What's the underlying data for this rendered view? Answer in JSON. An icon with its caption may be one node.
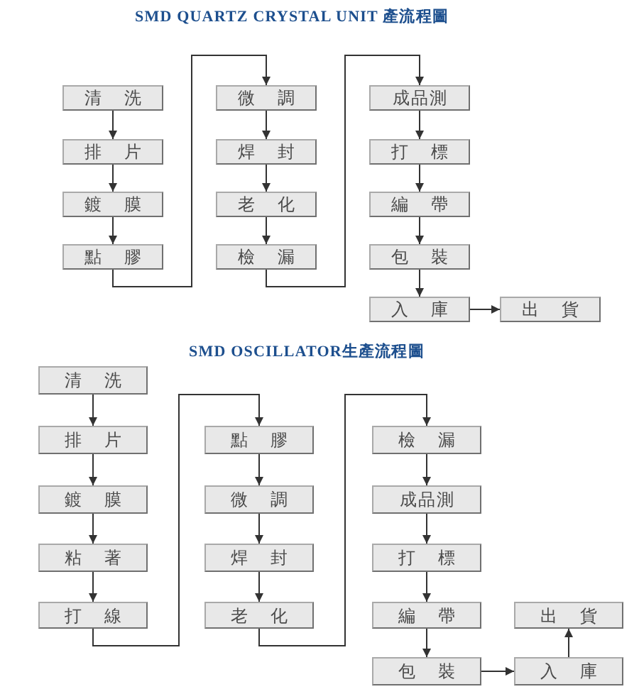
{
  "diagram": {
    "title": "SMD QUARTZ CRYSTAL UNIT 產流程圖",
    "nodes": [
      {
        "text": [
          "清洗"
        ]
      },
      {
        "text": [
          "排片"
        ]
      },
      {
        "text": [
          "鍍膜"
        ]
      },
      {
        "text": [
          "點膠"
        ]
      },
      {
        "text": [
          "微調"
        ]
      },
      {
        "text": [
          "焊封"
        ]
      },
      {
        "text": [
          "老化"
        ]
      },
      {
        "text": [
          "檢漏"
        ]
      },
      {
        "text": [
          "成品測"
        ]
      },
      {
        "text": [
          "打標"
        ]
      },
      {
        "text": [
          "編帶"
        ]
      },
      {
        "text": [
          "包裝"
        ]
      },
      {
        "text": [
          "入庫"
        ]
      },
      {
        "text": [
          "出貨"
        ]
      },
      {
        "text": [
          "清洗"
        ]
      },
      {
        "text": [
          "排片"
        ]
      },
      {
        "text": [
          "鍍膜"
        ]
      },
      {
        "text": [
          "粘著"
        ]
      },
      {
        "text": [
          "打線"
        ]
      },
      {
        "text": [
          "點膠"
        ]
      },
      {
        "text": [
          "微調"
        ]
      },
      {
        "text": [
          "焊封"
        ]
      },
      {
        "text": [
          "老化"
        ]
      },
      {
        "text": [
          "檢漏"
        ]
      },
      {
        "text": [
          "成品測"
        ]
      },
      {
        "text": [
          "打標"
        ]
      },
      {
        "text": [
          "編帶"
        ]
      },
      {
        "text": [
          "包裝"
        ]
      },
      {
        "text": [
          "入庫"
        ]
      },
      {
        "text": [
          "出貨"
        ]
      }
    ],
    "edges": [
      {
        "from": 0,
        "to": 1,
        "arrow": "to"
      },
      {
        "from": 1,
        "to": 2,
        "arrow": "to"
      },
      {
        "from": 2,
        "to": 3,
        "arrow": "to"
      },
      {
        "from": 3,
        "to": 4,
        "arrow": "to"
      },
      {
        "from": 4,
        "to": 5,
        "arrow": "to"
      },
      {
        "from": 5,
        "to": 6,
        "arrow": "to"
      },
      {
        "from": 6,
        "to": 7,
        "arrow": "to"
      },
      {
        "from": 7,
        "to": 8,
        "arrow": "to"
      },
      {
        "from": 8,
        "to": 9,
        "arrow": "to"
      },
      {
        "from": 9,
        "to": 10,
        "arrow": "to"
      },
      {
        "from": 10,
        "to": 11,
        "arrow": "to"
      },
      {
        "from": 11,
        "to": 12,
        "arrow": "to"
      },
      {
        "from": 12,
        "to": 13,
        "arrow": "to"
      },
      {
        "from": 14,
        "to": 15,
        "arrow": "to"
      },
      {
        "from": 15,
        "to": 16,
        "arrow": "to"
      },
      {
        "from": 16,
        "to": 17,
        "arrow": "to"
      },
      {
        "from": 17,
        "to": 18,
        "arrow": "to"
      },
      {
        "from": 18,
        "to": 19,
        "arrow": "to"
      },
      {
        "from": 19,
        "to": 20,
        "arrow": "to"
      },
      {
        "from": 20,
        "to": 21,
        "arrow": "to"
      },
      {
        "from": 21,
        "to": 22,
        "arrow": "to"
      },
      {
        "from": 22,
        "to": 23,
        "arrow": "to"
      },
      {
        "from": 23,
        "to": 24,
        "arrow": "to"
      },
      {
        "from": 24,
        "to": 25,
        "arrow": "to"
      },
      {
        "from": 25,
        "to": 26,
        "arrow": "to"
      },
      {
        "from": 26,
        "to": 27,
        "arrow": "to"
      },
      {
        "from": 27,
        "to": 28,
        "arrow": "to"
      },
      {
        "from": 28,
        "to": 29,
        "arrow": "to"
      }
    ],
    "labels": [
      "SMD OSCILLATOR生產流程圖"
    ]
  }
}
